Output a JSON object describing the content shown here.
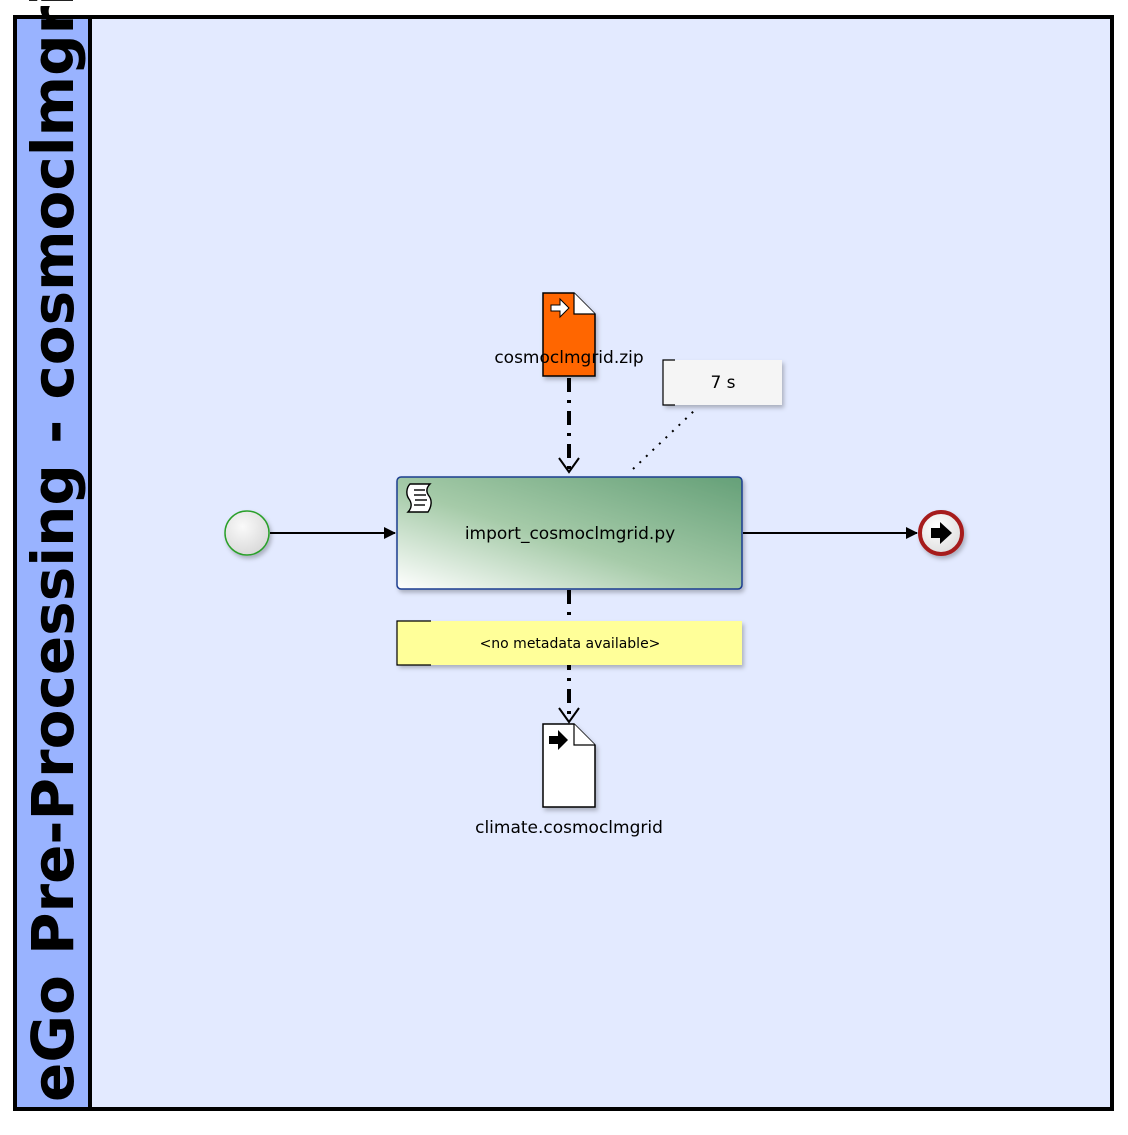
{
  "pool": {
    "title": "eGo Pre-Processing - cosmoclmgrid"
  },
  "task": {
    "label": "import_cosmoclmgrid.py",
    "icon": "script-icon"
  },
  "input_data": {
    "label": "cosmoclmgrid.zip",
    "icon": "input-arrow-icon",
    "color": "#ff6600"
  },
  "output_data": {
    "label": "climate.cosmoclmgrid",
    "icon": "output-arrow-icon",
    "color": "#ffffff"
  },
  "duration_annotation": {
    "text": "7 s"
  },
  "metadata_annotation": {
    "text": "<no metadata available>",
    "color": "#ffff99"
  },
  "colors": {
    "pool_background": "#e3eaff",
    "lane_header": "#99b3ff",
    "task_gradient_start": "#f0f5f0",
    "task_gradient_end": "#669e77",
    "start_event_stroke": "#2ca02c",
    "end_event_stroke": "#a61c1c"
  }
}
